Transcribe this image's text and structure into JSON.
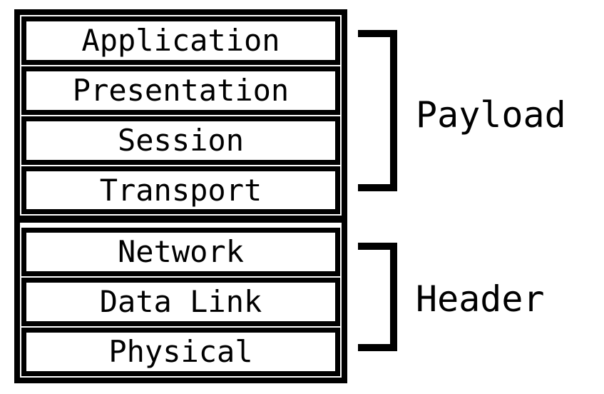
{
  "colors": {
    "stroke": "#000000",
    "background": "#ffffff"
  },
  "groups": [
    {
      "label": "Payload",
      "layers": [
        "Application",
        "Presentation",
        "Session",
        "Transport"
      ]
    },
    {
      "label": "Header",
      "layers": [
        "Network",
        "Data Link",
        "Physical"
      ]
    }
  ]
}
